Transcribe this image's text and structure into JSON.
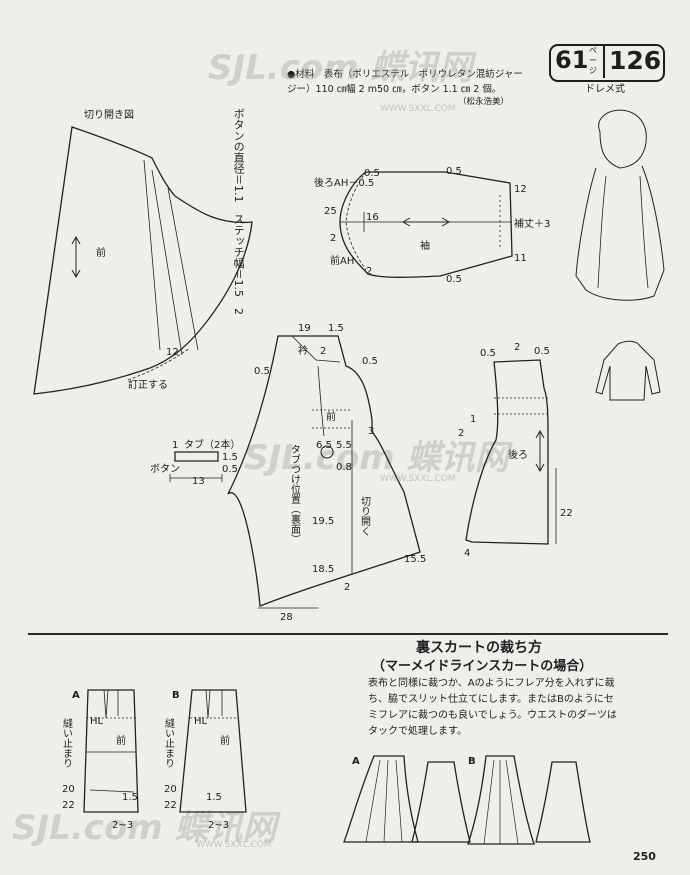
{
  "badge": {
    "page": "61",
    "unit": "ページ",
    "number": "126",
    "style": "ドレメ式"
  },
  "materials": {
    "text": "●材料　表布（ポリエステル　ポリウレタン混紡ジャージー）110 ㎝幅 2 m50 ㎝，ボタン 1.1 ㎝ 2 個。",
    "credit": "（松永浩美）"
  },
  "cut_open_title": "切り開き図",
  "button_note": "ボタンの直径＝1.1　ステッチ幅＝1.5　2",
  "flare_piece": {
    "front": "前",
    "m12": "12",
    "correct": "訂正する"
  },
  "sleeve": {
    "back_ah": "後ろAH－0.5",
    "front_ah": "前AH",
    "label": "袖",
    "cuff": "補丈＋3",
    "m05a": "0.5",
    "m05b": "0.5",
    "m05c": "0.5",
    "m25": "25",
    "m16": "16",
    "m2a": "2",
    "m2b": "2",
    "m12": "12",
    "m11": "11"
  },
  "tab": {
    "label": "タブ（2本）",
    "button_pos": "ボタン",
    "m1": "1",
    "m15": "1.5",
    "m05": "0.5",
    "m13": "13"
  },
  "front_bodice": {
    "collar": "衿",
    "front": "前",
    "tab_pos": "タブつけ位置（裏面）",
    "cut_open": "切り開く",
    "m19": "19",
    "m15a": "1.5",
    "m2a": "2",
    "m05a": "0.5",
    "m05b": "0.5",
    "m3": "3",
    "m65": "6.5",
    "m55": "5.5",
    "m08": "0.8",
    "m195": "19.5",
    "m185": "18.5",
    "m155": "15.5",
    "m2b": "2",
    "m28": "28"
  },
  "back_bodice": {
    "back": "後ろ",
    "m05a": "0.5",
    "m05b": "0.5",
    "m2a": "2",
    "m1": "1",
    "m2b": "2",
    "m22": "22",
    "m4": "4"
  },
  "lining": {
    "title": "裏スカートの裁ち方",
    "subtitle": "（マーメイドラインスカートの場合）",
    "body": "表布と同様に裁つか、Aのようにフレア分を入れずに裁ち、脇でスリット仕立てにします。またはBのようにセミフレアに裁つのも良いでしょう。ウエストのダーツはタックで処理します。",
    "a": "A",
    "b": "B",
    "sew_stop": "縫い止まり",
    "hl": "HL",
    "front": "前",
    "m20": "20",
    "m22": "22",
    "m15": "1.5",
    "m23": "2~3"
  },
  "watermark": {
    "logo": "SJL.com 蝶讯网",
    "url": "WWW.SXXL.COM"
  },
  "page_number": "250"
}
